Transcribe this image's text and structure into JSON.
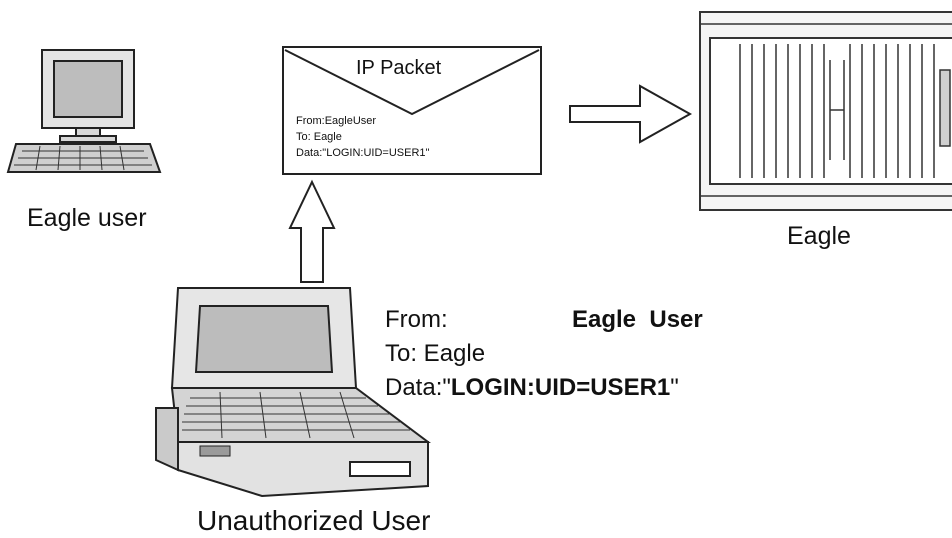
{
  "nodes": {
    "eagle_user": {
      "label": "Eagle user"
    },
    "eagle": {
      "label": "Eagle"
    },
    "unauthorized_user": {
      "label": "Unauthorized User"
    }
  },
  "packet": {
    "title": "IP Packet",
    "from_line": "From:EagleUser",
    "to_line": "To: Eagle",
    "data_line": "Data:\"LOGIN:UID=USER1\""
  },
  "message": {
    "from_label": "From:",
    "from_value": "Eagle  User",
    "to_line": "To: Eagle",
    "data_label": "Data:\"",
    "data_value": "LOGIN:UID=USER1",
    "data_close": "\""
  }
}
